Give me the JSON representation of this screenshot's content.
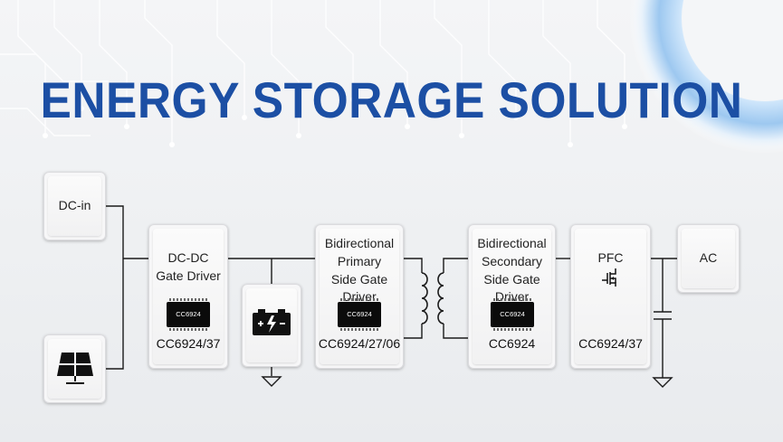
{
  "title": "ENERGY STORAGE SOLUTION",
  "blocks": {
    "dc_in": {
      "label": "DC-in"
    },
    "dcdc": {
      "label_lines": [
        "DC-DC",
        "Gate Driver"
      ],
      "chip_marking": "CC6924",
      "part": "CC6924/37"
    },
    "primary": {
      "label_lines": [
        "Bidirectional",
        "Primary",
        "Side Gate Driver"
      ],
      "chip_marking": "CC6924",
      "part": "CC6924/27/06"
    },
    "secondary": {
      "label_lines": [
        "Bidirectional",
        "Secondary",
        "Side Gate Driver"
      ],
      "chip_marking": "CC6924",
      "part": "CC6924"
    },
    "pfc": {
      "label": "PFC",
      "part": "CC6924/37"
    },
    "ac": {
      "label": "AC"
    }
  },
  "icons": [
    "solar-panel-icon",
    "battery-icon",
    "transformer-icon",
    "capacitor-icon",
    "ground-icon",
    "mosfet-icon"
  ],
  "colors": {
    "title": "#1c4fa4",
    "wire": "#1a1a1a",
    "chip": "#0b0b0b"
  }
}
